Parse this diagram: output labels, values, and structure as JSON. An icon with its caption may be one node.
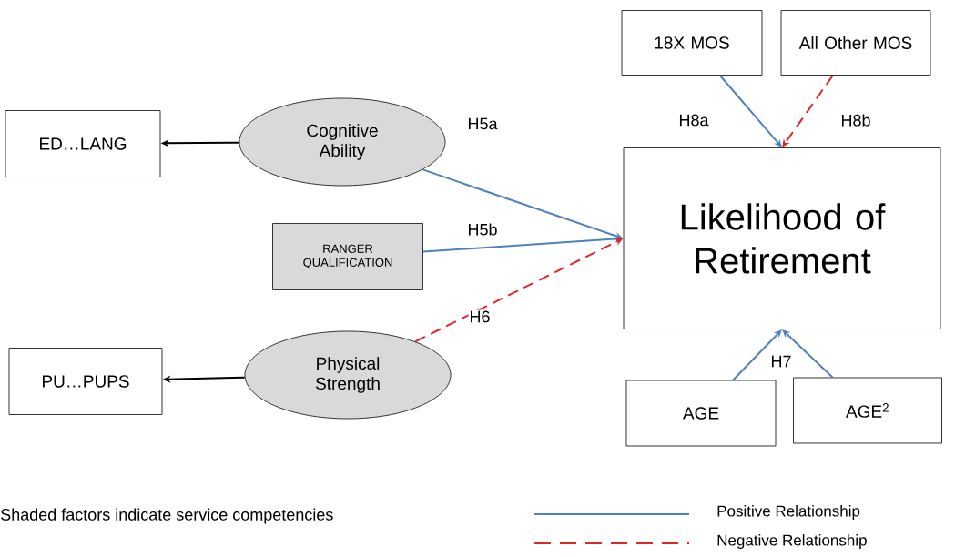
{
  "diagram": {
    "nodes": [
      {
        "text": [
          "ED…LANG"
        ]
      },
      {
        "text": [
          "Cognitive Ability"
        ]
      },
      {
        "text": [
          "RANGER QUALIFICATION"
        ]
      },
      {
        "text": [
          "PU…PUPS"
        ]
      },
      {
        "text": [
          "Physical Strength"
        ]
      },
      {
        "text": [
          "Likelihood of Retirement"
        ]
      },
      {
        "text": [
          "18X MOS"
        ]
      },
      {
        "text": [
          "All Other MOS"
        ]
      },
      {
        "text": [
          "AGE"
        ]
      },
      {
        "text": [
          "AGE$^{2}$"
        ]
      }
    ],
    "edges": [
      {
        "from": 1,
        "to": 0,
        "arrow": "to",
        "color": "#000000"
      },
      {
        "from": 1,
        "to": 5,
        "arrow": "to",
        "label": "H5a"
      },
      {
        "from": 2,
        "to": 5,
        "arrow": "to",
        "label": "H5b"
      },
      {
        "from": 4,
        "to": 5,
        "arrow": "to",
        "label": "H6",
        "style": "dashed",
        "color": "#e0262b"
      },
      {
        "from": 6,
        "to": 5,
        "arrow": "to",
        "label": "H8a"
      },
      {
        "from": 7,
        "to": 5,
        "arrow": "to",
        "label": "H8b",
        "style": "dashed",
        "color": "#e0262b"
      },
      {
        "from": 8,
        "to": 5,
        "arrow": "to",
        "label": "H7"
      },
      {
        "from": 9,
        "to": 5,
        "arrow": "to"
      },
      {
        "from": 4,
        "to": 3,
        "arrow": "to",
        "color": "#000000"
      }
    ],
    "labels": [
      "Shaded factors indicate service competencies"
    ],
    "legend": [
      {
        "text": "Positive Relationship"
      },
      {
        "text": "Negative Relationship"
      }
    ]
  }
}
